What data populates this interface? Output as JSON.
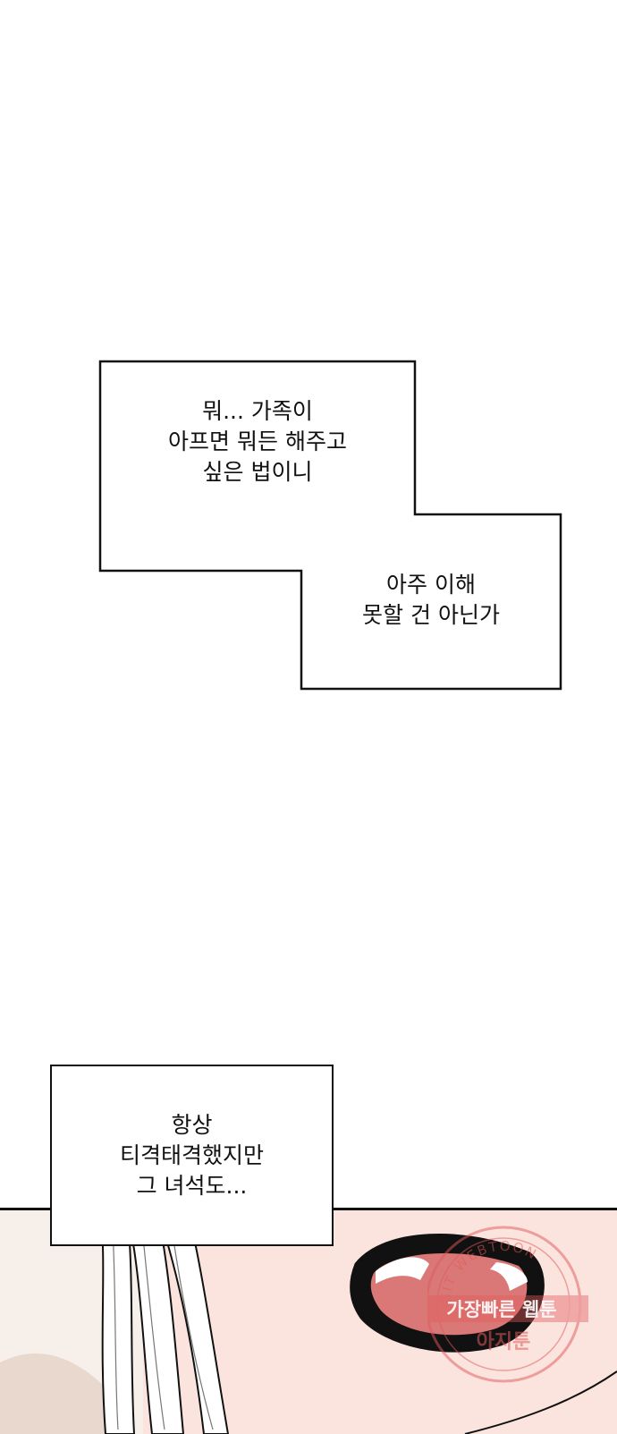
{
  "captions": {
    "box1": {
      "lines": [
        "뭐... 가족이",
        "아프면 뭐든 해주고",
        "싶은 법이니"
      ]
    },
    "box2": {
      "lines": [
        "아주 이해",
        "못할 건 아닌가"
      ]
    },
    "box3": {
      "lines": [
        "항상",
        "티격태격했지만",
        "그 녀석도..."
      ]
    }
  },
  "watermark": {
    "ring_text": "GIT WEBTOON",
    "line1": "가장빠른 웹툰",
    "line2": "아지툰"
  },
  "colors": {
    "panel_skin": "#fbe3de",
    "hair": "#ffffff",
    "mouth_inner": "#d97876",
    "outline": "#111111",
    "watermark": "#e05a5a"
  }
}
